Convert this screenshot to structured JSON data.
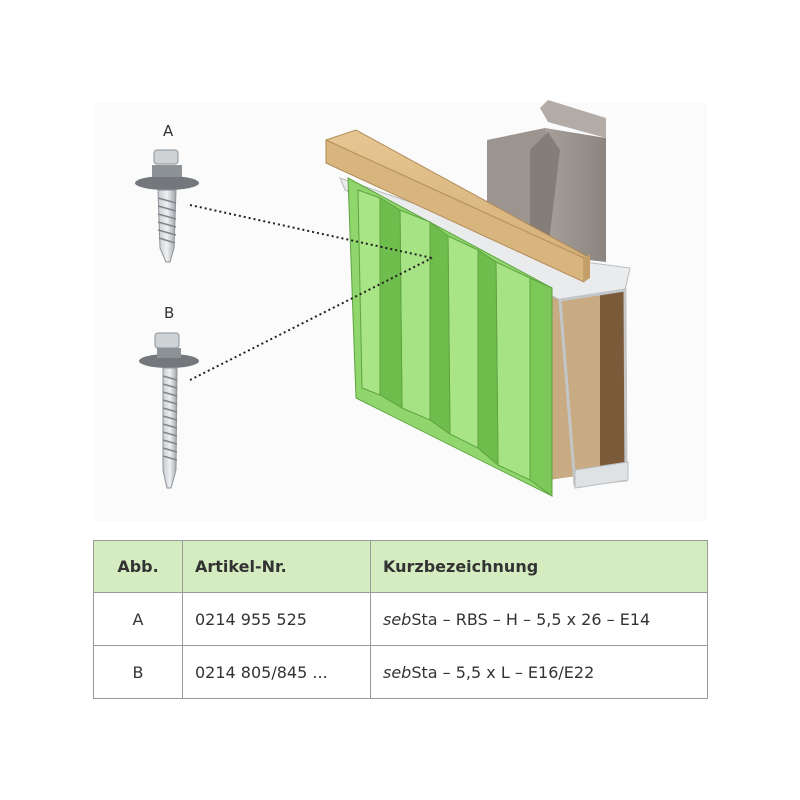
{
  "screws": {
    "a": {
      "label": "A"
    },
    "b": {
      "label": "B"
    }
  },
  "table": {
    "headers": [
      "Abb.",
      "Artikel-Nr.",
      "Kurzbezeichnung"
    ],
    "rows": [
      {
        "abb": "A",
        "artikel": "0214 955 525",
        "brand_italic": "seb",
        "brand_rest": "Sta",
        "desc": " – RBS – H – 5,5 x 26 – E14"
      },
      {
        "abb": "B",
        "artikel": "0214 805/845 ...",
        "brand_italic": "seb",
        "brand_rest": "Sta",
        "desc": " – 5,5 x L – E16/E22"
      }
    ]
  },
  "colors": {
    "header_bg": "#d5ecc1",
    "sheet_green": "#8ed66b",
    "wood": "#e2c08e",
    "steel": "#9a928c"
  }
}
